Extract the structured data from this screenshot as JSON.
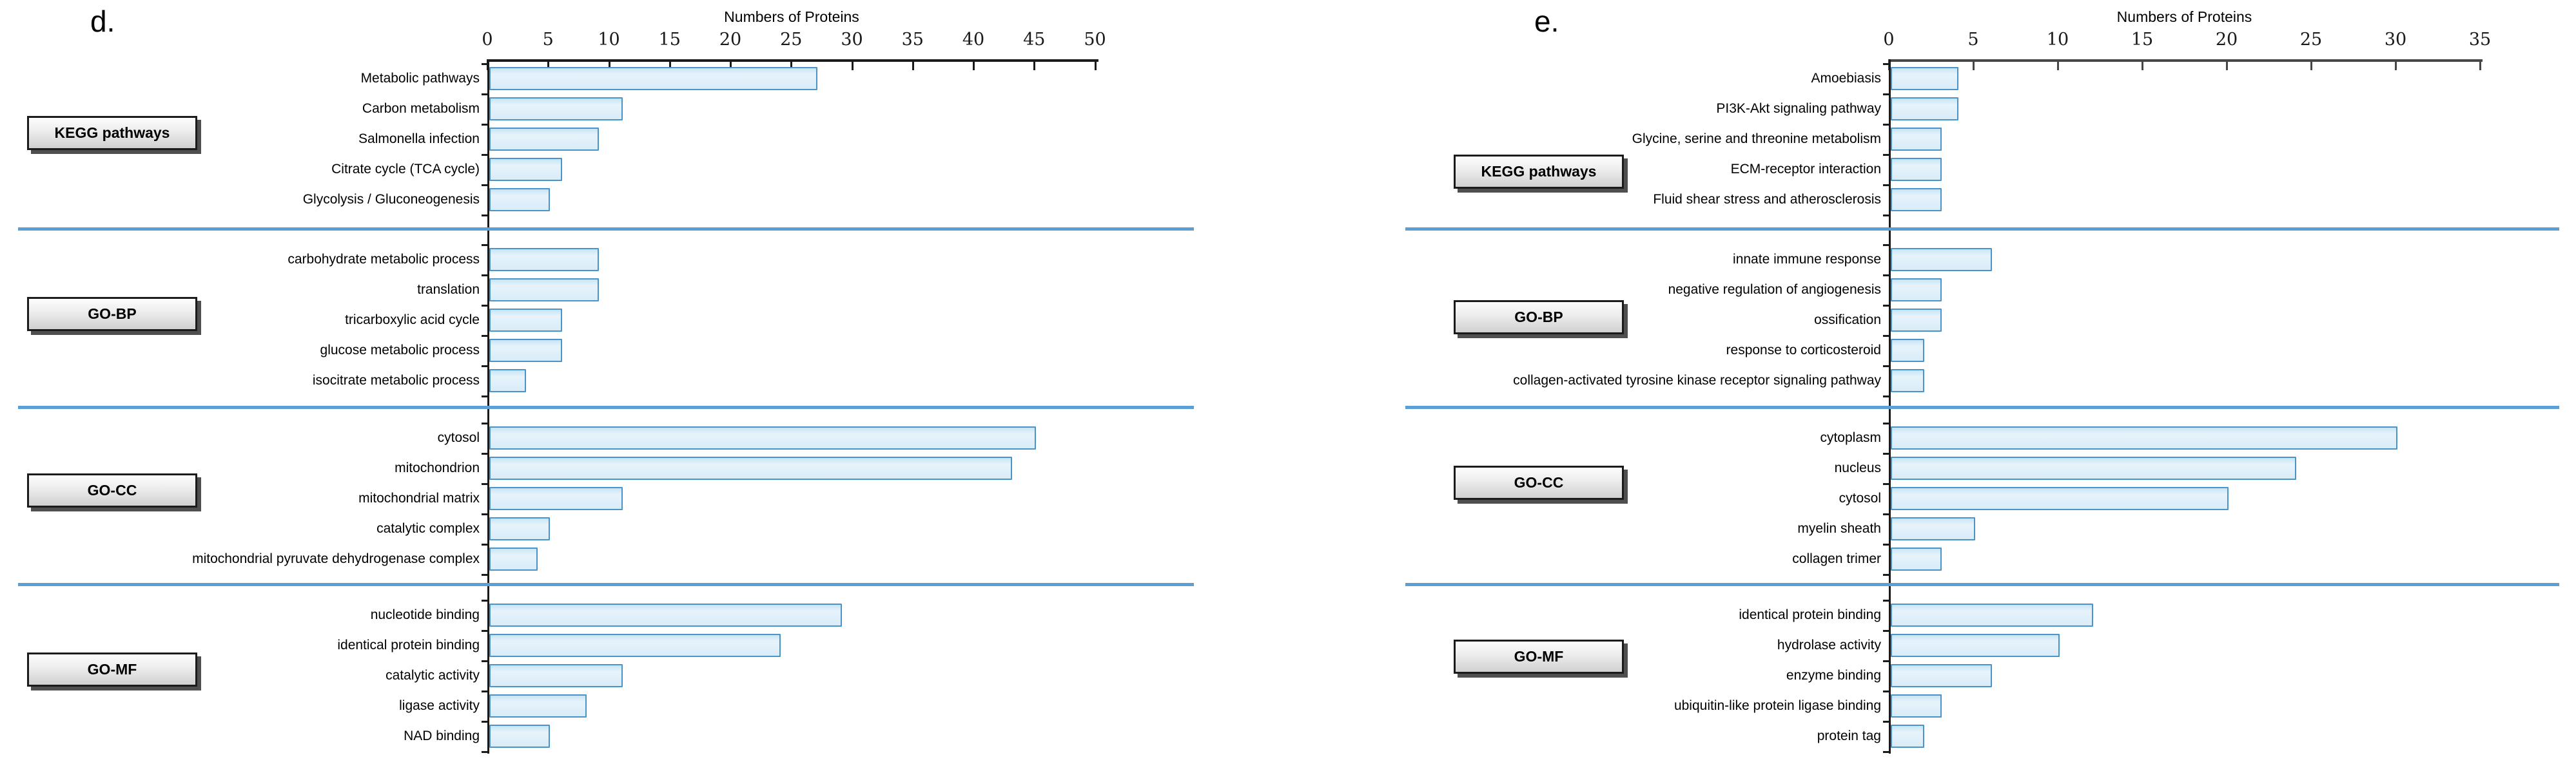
{
  "colors": {
    "bar_fill": "#d9ecf8",
    "bar_border": "#4b94ca",
    "separator_line": "#5b9fd4",
    "axis_panel_d": "#1a1a1a",
    "axis_panel_e": "#474747",
    "box_fill": "#e8e8e8",
    "box_border": "#1b1b1b",
    "text": "#000000"
  },
  "chart_data": [
    {
      "type": "bar",
      "orientation": "horizontal",
      "panel_label": "d.",
      "xlabel": "Numbers of Proteins",
      "xlim": [
        0,
        50
      ],
      "xticks": [
        0,
        5,
        10,
        15,
        20,
        25,
        30,
        35,
        40,
        45,
        50
      ],
      "grid": false,
      "legend": "none",
      "sections": [
        {
          "group": "KEGG pathways",
          "categories": [
            "Metabolic pathways",
            "Carbon metabolism",
            "Salmonella infection",
            "Citrate cycle (TCA cycle)",
            "Glycolysis / Gluconeogenesis"
          ],
          "values": [
            27,
            11,
            9,
            6,
            5
          ]
        },
        {
          "group": "GO-BP",
          "categories": [
            "carbohydrate metabolic process",
            "translation",
            "tricarboxylic acid cycle",
            "glucose metabolic process",
            "isocitrate metabolic process"
          ],
          "values": [
            9,
            9,
            6,
            6,
            3
          ]
        },
        {
          "group": "GO-CC",
          "categories": [
            "cytosol",
            "mitochondrion",
            "mitochondrial matrix",
            "catalytic complex",
            "mitochondrial pyruvate dehydrogenase complex"
          ],
          "values": [
            45,
            43,
            11,
            5,
            4
          ]
        },
        {
          "group": "GO-MF",
          "categories": [
            "nucleotide binding",
            "identical protein binding",
            "catalytic activity",
            "ligase activity",
            "NAD binding"
          ],
          "values": [
            29,
            24,
            11,
            8,
            5
          ]
        }
      ]
    },
    {
      "type": "bar",
      "orientation": "horizontal",
      "panel_label": "e.",
      "xlabel": "Numbers of Proteins",
      "xlim": [
        0,
        35
      ],
      "xticks": [
        0,
        5,
        10,
        15,
        20,
        25,
        30,
        35
      ],
      "grid": false,
      "legend": "none",
      "sections": [
        {
          "group": "KEGG pathways",
          "categories": [
            "Amoebiasis",
            "PI3K-Akt signaling pathway",
            "Glycine, serine and threonine metabolism",
            "ECM-receptor interaction",
            "Fluid shear stress and atherosclerosis"
          ],
          "values": [
            4,
            4,
            3,
            3,
            3
          ]
        },
        {
          "group": "GO-BP",
          "categories": [
            "innate immune response",
            "negative regulation of angiogenesis",
            "ossification",
            "response to corticosteroid",
            "collagen-activated tyrosine kinase receptor signaling pathway"
          ],
          "values": [
            6,
            3,
            3,
            2,
            2
          ]
        },
        {
          "group": "GO-CC",
          "categories": [
            "cytoplasm",
            "nucleus",
            "cytosol",
            "myelin sheath",
            "collagen trimer"
          ],
          "values": [
            30,
            24,
            20,
            5,
            3
          ]
        },
        {
          "group": "GO-MF",
          "categories": [
            "identical protein binding",
            "hydrolase activity",
            "enzyme binding",
            "ubiquitin-like protein ligase binding",
            "protein tag"
          ],
          "values": [
            12,
            10,
            6,
            3,
            2
          ]
        }
      ]
    }
  ]
}
